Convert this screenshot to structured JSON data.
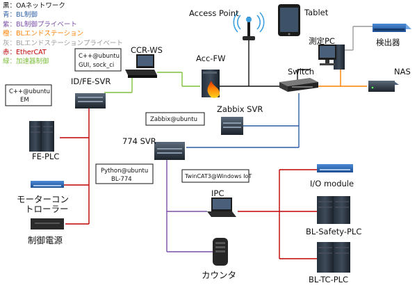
{
  "legend": [
    {
      "key": "黒：",
      "label": "OAネットワーク",
      "color": "#111111"
    },
    {
      "key": "青：",
      "label": "BL制御",
      "color": "#2f5fa5"
    },
    {
      "key": "紫：",
      "label": "BL制御プライベート",
      "color": "#7a4fa8"
    },
    {
      "key": "橙：",
      "label": "BLエンドステーション",
      "color": "#ff8000"
    },
    {
      "key": "灰：",
      "label": "BLエンドステーションプライベート",
      "color": "#9a9a9a"
    },
    {
      "key": "赤：",
      "label": "EtherCAT",
      "color": "#c00000"
    },
    {
      "key": "緑：",
      "label": "加速器制御",
      "color": "#7fbf3f"
    }
  ],
  "nodes": {
    "access_point": "Access Point",
    "tablet": "Tablet",
    "measure_pc": "測定PC",
    "detector": "検出器",
    "nas": "NAS",
    "switch": "Switch",
    "acc_fw": "Acc-FW",
    "ccr_ws": "CCR-WS",
    "id_fe_svr": "ID/FE-SVR",
    "zabbix_svr": "Zabbix SVR",
    "svr_774": "774 SVR",
    "fe_plc": "FE-PLC",
    "motor_line1": "モーターコン",
    "motor_line2": "トローラー",
    "power": "制御電源",
    "ipc": "IPC",
    "counter": "カウンタ",
    "io_module": "I/O module",
    "bl_safety_plc": "BL-Safety-PLC",
    "bl_tc_plc": "BL-TC-PLC"
  },
  "callouts": {
    "ccr_ws_line1": "C++@ubuntu",
    "ccr_ws_line2": "GUI, sock_ci",
    "id_fe_line1": "C++@ubuntu",
    "id_fe_line2": "EM",
    "zabbix": "Zabbix@ubuntu",
    "svr774_line1": "Python@ubuntu",
    "svr774_line2": "BL-774",
    "ipc": "TwinCAT3@Windows IoT"
  },
  "colors": {
    "black": "#111111",
    "blue": "#2f5fa5",
    "purple": "#7a4fa8",
    "orange": "#ff8000",
    "gray": "#9a9a9a",
    "red": "#c00000",
    "green": "#7fbf3f"
  }
}
